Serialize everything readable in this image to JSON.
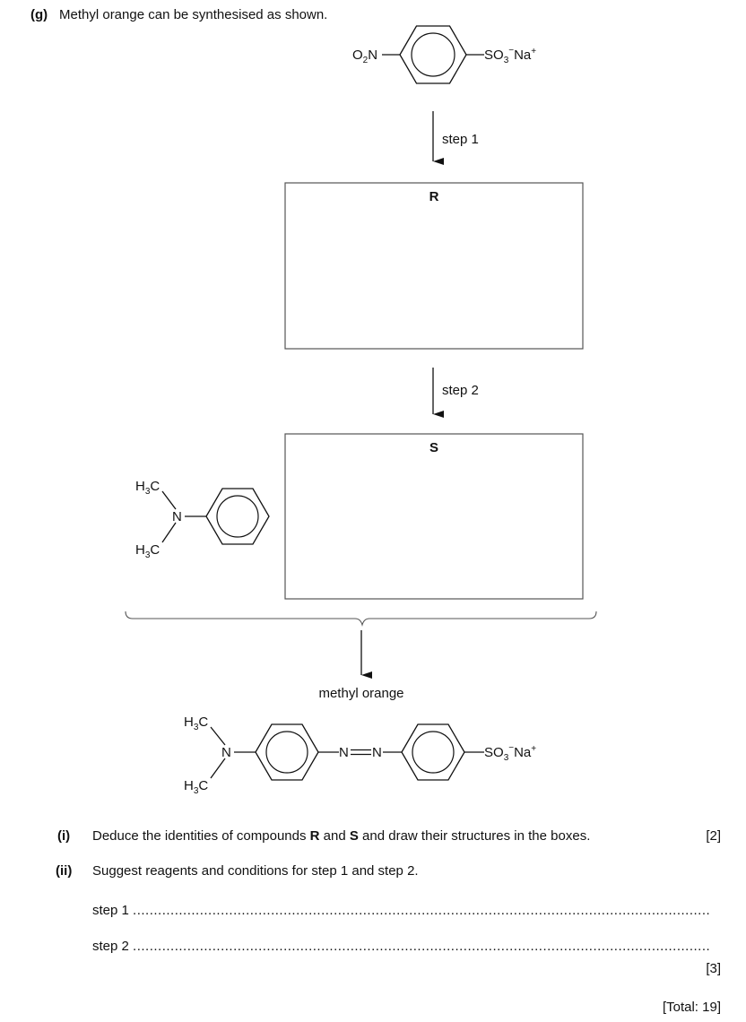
{
  "question": {
    "part_label": "(g)",
    "intro": "Methyl orange can be synthesised as shown."
  },
  "scheme": {
    "start_left_group": {
      "main": "O",
      "sub": "2",
      "tail": "N"
    },
    "start_right_group": {
      "main": "SO",
      "sub": "3",
      "sup1": "−",
      "na": "Na",
      "sup2": "+"
    },
    "step1_label": "step 1",
    "box_r_label": "R",
    "step2_label": "step 2",
    "box_s_label": "S",
    "reagent_methyl_top": {
      "main": "H",
      "sub": "3",
      "tail": "C"
    },
    "reagent_n": "N",
    "reagent_methyl_bottom": {
      "main": "H",
      "sub": "3",
      "tail": "C"
    },
    "product_label": "methyl orange",
    "product_methyl_top": {
      "main": "H",
      "sub": "3",
      "tail": "C"
    },
    "product_n": "N",
    "product_methyl_bottom": {
      "main": "H",
      "sub": "3",
      "tail": "C"
    },
    "azo_n1": "N",
    "azo_n2": "N",
    "product_right_group": {
      "main": "SO",
      "sub": "3",
      "sup1": "−",
      "na": "Na",
      "sup2": "+"
    }
  },
  "subquestions": [
    {
      "label": "(i)",
      "text_before": "Deduce the identities of compounds ",
      "bold1": "R",
      "text_mid": " and ",
      "bold2": "S",
      "text_after": " and draw their structures in the boxes.",
      "marks": "[2]"
    },
    {
      "label": "(ii)",
      "text": "Suggest reagents and conditions for step 1 and step 2.",
      "answer_lines": [
        {
          "label": "step 1",
          "value": ""
        },
        {
          "label": "step 2",
          "value": ""
        }
      ],
      "marks": "[3]"
    }
  ],
  "total": "[Total: 19]"
}
